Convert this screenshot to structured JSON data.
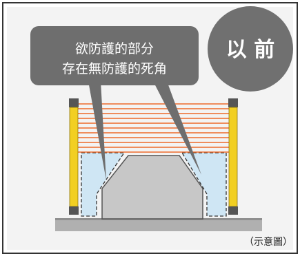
{
  "badge": {
    "text": "以 前"
  },
  "callout": {
    "line1": "欲防護的部分",
    "line2": "存在無防護的死角"
  },
  "caption": {
    "text": "（示意圖）"
  },
  "colors": {
    "border": "#333333",
    "panel_bg": "#f3f3f3",
    "badge_bg": "#707070",
    "callout_bg": "#6e6e6e",
    "beam": "#ee6a2a",
    "sensor_yellow": "#f2cf22",
    "sensor_dark": "#555555",
    "machine": "#c7c7c7",
    "dead_zone": "#cfe6f4",
    "floor": "#8f8f8f"
  }
}
